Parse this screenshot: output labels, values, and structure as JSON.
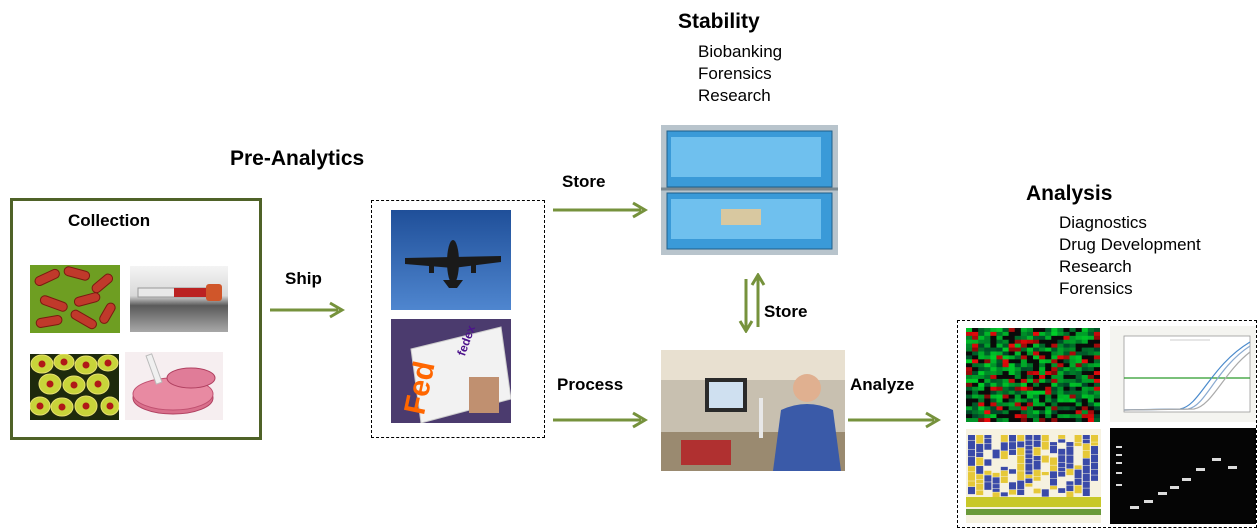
{
  "collection": {
    "title": "Collection"
  },
  "pre_analytics": {
    "title": "Pre-Analytics"
  },
  "stability": {
    "title": "Stability",
    "items": [
      "Biobanking",
      "Forensics",
      "Research"
    ]
  },
  "analysis": {
    "title": "Analysis",
    "items": [
      "Diagnostics",
      "Drug Development",
      "Research",
      "Forensics"
    ]
  },
  "arrows": {
    "ship": "Ship",
    "store_top": "Store",
    "process": "Process",
    "store_vertical": "Store",
    "analyze": "Analyze"
  },
  "colors": {
    "arrow": "#76923c",
    "collection_border": "#4f6228"
  },
  "icons": [
    "bacteria-image",
    "blood-tube-image",
    "cells-image",
    "petri-dish-image",
    "airplane-image",
    "fedex-courier-image",
    "storage-freezer-image",
    "lab-scientist-image",
    "heatmap-image",
    "qpcr-curve-image",
    "sequencing-trace-image",
    "gel-electrophoresis-image"
  ]
}
